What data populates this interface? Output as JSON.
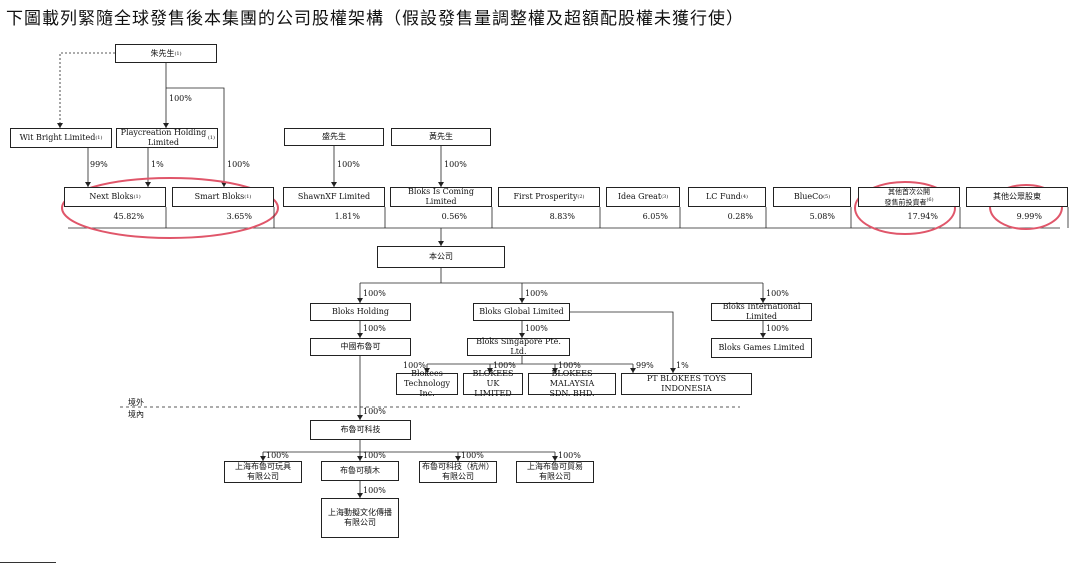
{
  "title": "下圖載列緊隨全球發售後本集團的公司股權架構（假設發售量調整權及超額配股權未獲行使）",
  "colors": {
    "highlight": "#e0566a",
    "line": "#222222"
  },
  "nodes": {
    "mr_zhu": "朱先生",
    "mr_zhu_note": "(1)",
    "wit_bright": "Wit Bright Limited",
    "wit_bright_note": "(1)",
    "playcreation": "Playcreation Holding Limited",
    "playcreation_note": "(1)",
    "mr_sheng": "盛先生",
    "mr_huang": "黃先生",
    "next_bloks": "Next Bloks",
    "next_bloks_note": "(1)",
    "smart_bloks": "Smart Bloks",
    "smart_bloks_note": "(1)",
    "shawnxf": "ShawnXF Limited",
    "bloks_is_coming": "Bloks Is Coming Limited",
    "first_prosperity": "First Prosperity",
    "first_prosperity_note": "(2)",
    "idea_great": "Idea Great",
    "idea_great_note": "(3)",
    "lc_fund": "LC Fund",
    "lc_fund_note": "(4)",
    "blueco": "BlueCo",
    "blueco_note": "(5)",
    "pre_ipo_1": "其他首次公開",
    "pre_ipo_2": "發售前投資者",
    "pre_ipo_note": "(6)",
    "public": "其他公眾股東",
    "company": "本公司",
    "bloks_holding": "Bloks Holding",
    "bloks_global": "Bloks Global Limited",
    "bloks_international": "Bloks International Limited",
    "china_bloks": "中國布魯可",
    "bloks_singapore": "Bloks Singapore Pte. Ltd.",
    "bloks_games": "Bloks Games Limited",
    "blokees_tech_1": "Blokees",
    "blokees_tech_2": "Technology Inc.",
    "blokees_uk_1": "BLOKEES UK",
    "blokees_uk_2": "LIMITED",
    "blokees_my_1": "BLOKEES MALAYSIA",
    "blokees_my_2": "SDN. BHD.",
    "pt_blokees": "PT BLOKEES TOYS INDONESIA",
    "bloks_tech": "布魯可科技",
    "sh_toys_1": "上海布魯可玩具",
    "sh_toys_2": "有限公司",
    "bloks_jimu": "布魯可積木",
    "hz_tech_1": "布魯可科技（杭州）",
    "hz_tech_2": "有限公司",
    "sh_trade_1": "上海布魯可貿易",
    "sh_trade_2": "有限公司",
    "sh_culture_1": "上海動擬文化傳播",
    "sh_culture_2": "有限公司"
  },
  "shareholdings": {
    "next_bloks": "45.82%",
    "smart_bloks": "3.65%",
    "shawnxf": "1.81%",
    "bloks_is_coming": "0.56%",
    "first_prosperity": "8.83%",
    "idea_great": "6.05%",
    "lc_fund": "0.28%",
    "blueco": "5.08%",
    "pre_ipo": "17.94%",
    "public": "9.99%"
  },
  "edges": {
    "zhu_playcreation": "100%",
    "wit_next": "99%",
    "play_next": "1%",
    "zhu_smart": "100%",
    "sheng_shawn": "100%",
    "huang_bic": "100%",
    "co_holding": "100%",
    "co_global": "100%",
    "co_intl": "100%",
    "holding_china": "100%",
    "global_sg": "100%",
    "intl_games": "100%",
    "sg_tech": "100%",
    "sg_uk": "100%",
    "sg_my": "100%",
    "sg_pt": "99%",
    "global_pt": "1%",
    "china_tech": "100%",
    "tech_sh_toys": "100%",
    "tech_jimu": "100%",
    "tech_hz": "100%",
    "tech_sh_trade": "100%",
    "jimu_culture": "100%"
  },
  "border": {
    "offshore": "境外",
    "onshore": "境內"
  }
}
